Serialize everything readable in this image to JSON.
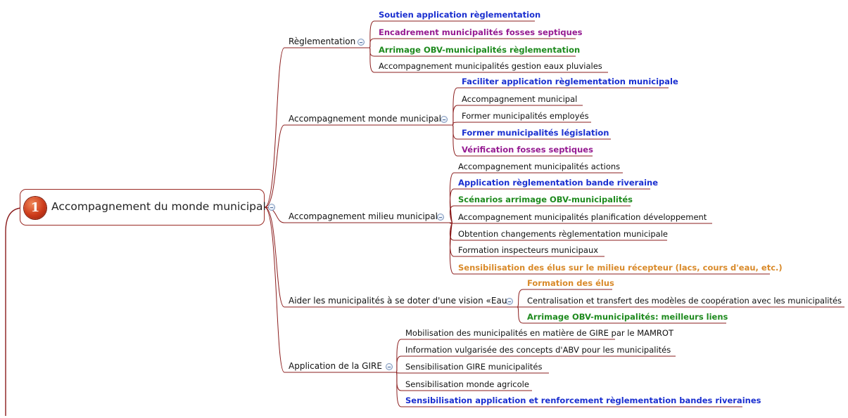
{
  "colors": {
    "line": "#8b1d1d",
    "blue": "#1a2fd0",
    "purple": "#951a91",
    "green": "#1e8a1e",
    "orange": "#d98a2a",
    "black": "#111111"
  },
  "root": {
    "badge": "1",
    "label": "Accompagnement du monde municipal"
  },
  "branches": [
    {
      "label": "Règlementation",
      "leaves": [
        {
          "text": "Soutien application règlementation",
          "color": "blue",
          "bold": true
        },
        {
          "text": "Encadrement municipalités fosses septiques",
          "color": "purple",
          "bold": true
        },
        {
          "text": "Arrimage OBV-municipalités règlementation",
          "color": "green",
          "bold": true
        },
        {
          "text": "Accompagnement municipalités gestion eaux pluviales",
          "color": "black",
          "bold": false
        }
      ]
    },
    {
      "label": "Accompagnement monde municipal",
      "leaves": [
        {
          "text": "Faciliter application règlementation municipale",
          "color": "blue",
          "bold": true
        },
        {
          "text": "Accompagnement municipal",
          "color": "black",
          "bold": false
        },
        {
          "text": "Former municipalités employés",
          "color": "black",
          "bold": false
        },
        {
          "text": "Former municipalités législation",
          "color": "blue",
          "bold": true
        },
        {
          "text": "Vérification fosses septiques",
          "color": "purple",
          "bold": true
        }
      ]
    },
    {
      "label": "Accompagnement milieu municipal",
      "leaves": [
        {
          "text": "Accompagnement municipalités actions",
          "color": "black",
          "bold": false
        },
        {
          "text": "Application règlementation bande riveraine",
          "color": "blue",
          "bold": true
        },
        {
          "text": "Scénarios arrimage OBV-municipalités",
          "color": "green",
          "bold": true
        },
        {
          "text": "Accompagnement municipalités planification développement",
          "color": "black",
          "bold": false
        },
        {
          "text": "Obtention changements règlementation municipale",
          "color": "black",
          "bold": false
        },
        {
          "text": "Formation inspecteurs municipaux",
          "color": "black",
          "bold": false
        },
        {
          "text": "Sensibilisation des élus sur le milieu récepteur (lacs, cours d'eau, etc.)",
          "color": "orange",
          "bold": true
        }
      ]
    },
    {
      "label": "Aider les municipalités à se doter d'une vision «Eau»",
      "leaves": [
        {
          "text": "Formation des élus",
          "color": "orange",
          "bold": true
        },
        {
          "text": "Centralisation et transfert des modèles de coopération avec les municipalités",
          "color": "black",
          "bold": false
        },
        {
          "text": "Arrimage OBV-municipalités: meilleurs liens",
          "color": "green",
          "bold": true
        }
      ]
    },
    {
      "label": "Application de la GIRE",
      "leaves": [
        {
          "text": "Mobilisation des municipalités en matière de GIRE par le MAMROT",
          "color": "black",
          "bold": false
        },
        {
          "text": "Information vulgarisée des concepts d'ABV pour les municipalités",
          "color": "black",
          "bold": false
        },
        {
          "text": "Sensibilisation GIRE municipalités",
          "color": "black",
          "bold": false
        },
        {
          "text": "Sensibilisation monde agricole",
          "color": "black",
          "bold": false
        },
        {
          "text": "Sensibilisation application et renforcement règlementation bandes riveraines",
          "color": "blue",
          "bold": true
        }
      ]
    }
  ]
}
